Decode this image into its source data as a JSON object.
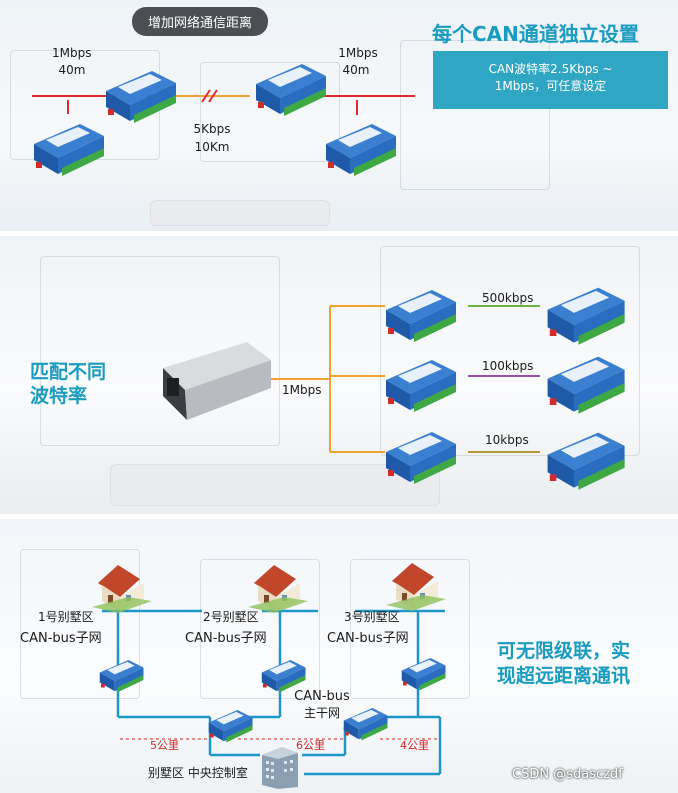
{
  "p1": {
    "pill": "增加网络通信距离",
    "heading": "每个CAN通道独立设置",
    "box_line1": "CAN波特率2.5Kbps ~",
    "box_line2": "1Mbps，可任意设定",
    "left_rate": "1Mbps",
    "left_dist": "40m",
    "mid_rate": "5Kbps",
    "mid_dist": "10Km",
    "right_rate": "1Mbps",
    "right_dist": "40m"
  },
  "p2": {
    "heading_line1": "匹配不同",
    "heading_line2": "波特率",
    "main_rate": "1Mbps",
    "branches": [
      "500kbps",
      "100kbps",
      "10kbps"
    ],
    "colors": {
      "orange": "#f1a22e",
      "green": "#6db33f",
      "purple": "#9a4fb0",
      "olive": "#b59a32"
    }
  },
  "p3": {
    "villas": [
      "1号别墅区",
      "2号别墅区",
      "3号别墅区"
    ],
    "subnet": "CAN-bus子网",
    "trunk_line1": "CAN-bus",
    "trunk_line2": "主干网",
    "distances": [
      "5公里",
      "6公里",
      "4公里"
    ],
    "control_room": "别墅区 中央控制室",
    "heading_line1": "可无限级联，实",
    "heading_line2": "现超远距离通讯",
    "watermark": "CSDN @sdasczdf"
  },
  "icons": [
    "can-converter-module-icon",
    "house-icon",
    "office-building-icon",
    "usbcan-box-icon"
  ]
}
